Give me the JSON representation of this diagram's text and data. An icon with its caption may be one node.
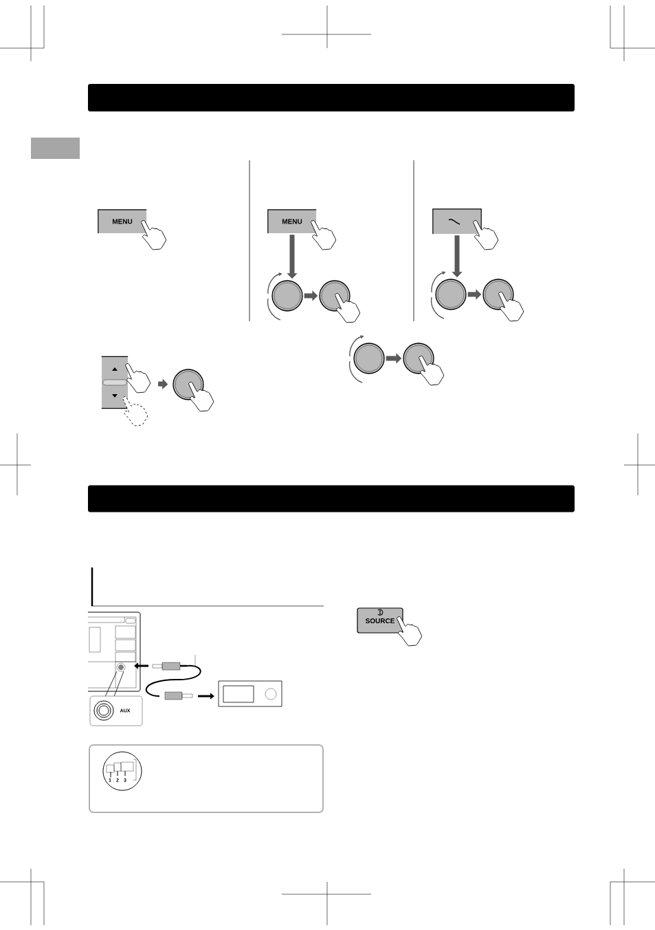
{
  "diagram": {
    "nodes": [
      {
        "text": [
          "MENU"
        ]
      },
      {
        "text": [
          "MENU"
        ]
      },
      {
        "text": [],
        "shape": "circle"
      },
      {
        "text": [],
        "shape": "circle"
      },
      {
        "text": [],
        "shape": "box"
      },
      {
        "text": [],
        "shape": "circle"
      },
      {
        "text": [],
        "shape": "circle"
      },
      {
        "text": [],
        "shape": "box"
      },
      {
        "text": [],
        "shape": "circle"
      },
      {
        "text": [],
        "shape": "circle"
      },
      {
        "text": [],
        "shape": "circle"
      },
      {
        "text": [
          "SOURCE"
        ]
      },
      {
        "text": [],
        "shape": "bar"
      },
      {
        "text": [],
        "shape": "bar"
      }
    ],
    "edges": [
      {
        "from": 1,
        "to": 2,
        "arrow": "to"
      },
      {
        "from": 2,
        "to": 3,
        "arrow": "to"
      },
      {
        "from": 4,
        "to": 5,
        "arrow": "to"
      },
      {
        "from": 5,
        "to": 6,
        "arrow": "to"
      },
      {
        "from": 7,
        "to": 8,
        "arrow": "to"
      },
      {
        "from": 9,
        "to": 10,
        "arrow": "to"
      }
    ],
    "labels": [
      "AUX",
      "1",
      "2",
      "3"
    ]
  }
}
